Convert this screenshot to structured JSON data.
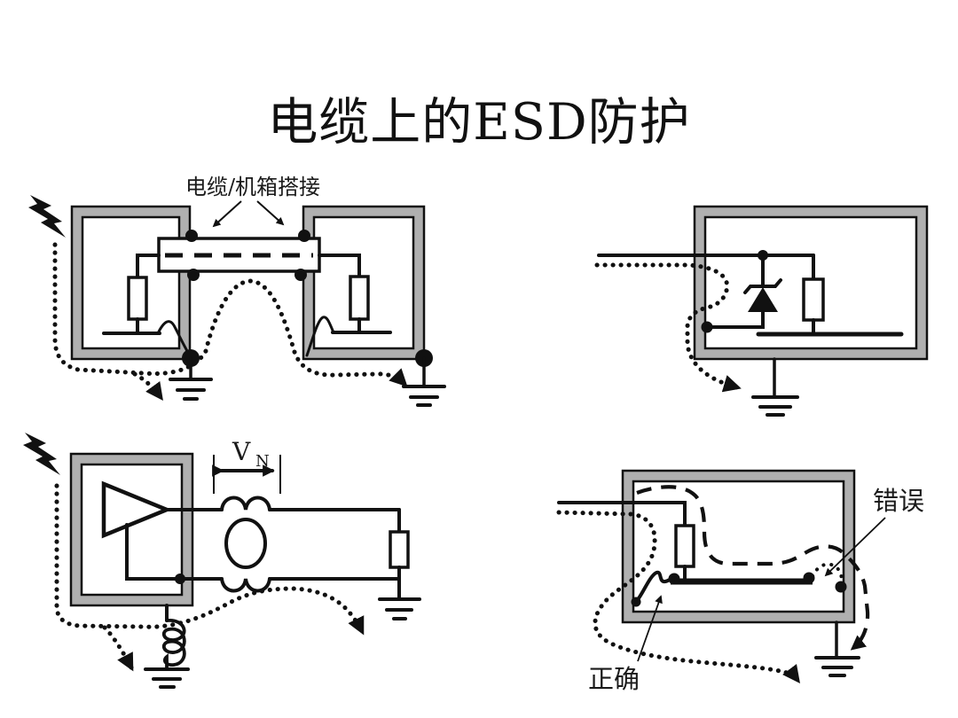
{
  "title": "电缆上的ESD防护",
  "colors": {
    "background": "#ffffff",
    "line": "#111111",
    "chassis_gray": "#b0b0b0"
  },
  "icons": {
    "lightning": "esd-strike-bolt",
    "earth": "earth-ground-symbol",
    "resistor": "resistor-symbol",
    "diode": "tvs-zener-diode-symbol",
    "amplifier": "buffer-amplifier-symbol",
    "choke": "common-mode-choke-symbol",
    "inductor": "ground-inductor-symbol"
  },
  "diagrams": {
    "bonded_chassis": {
      "bond_label": "电缆/机箱搭接"
    },
    "tvs_clamp": {},
    "choke": {
      "vn_base": "V",
      "vn_sub": "N"
    },
    "shield_bond": {
      "wrong_label": "错误",
      "correct_label": "正确"
    }
  }
}
